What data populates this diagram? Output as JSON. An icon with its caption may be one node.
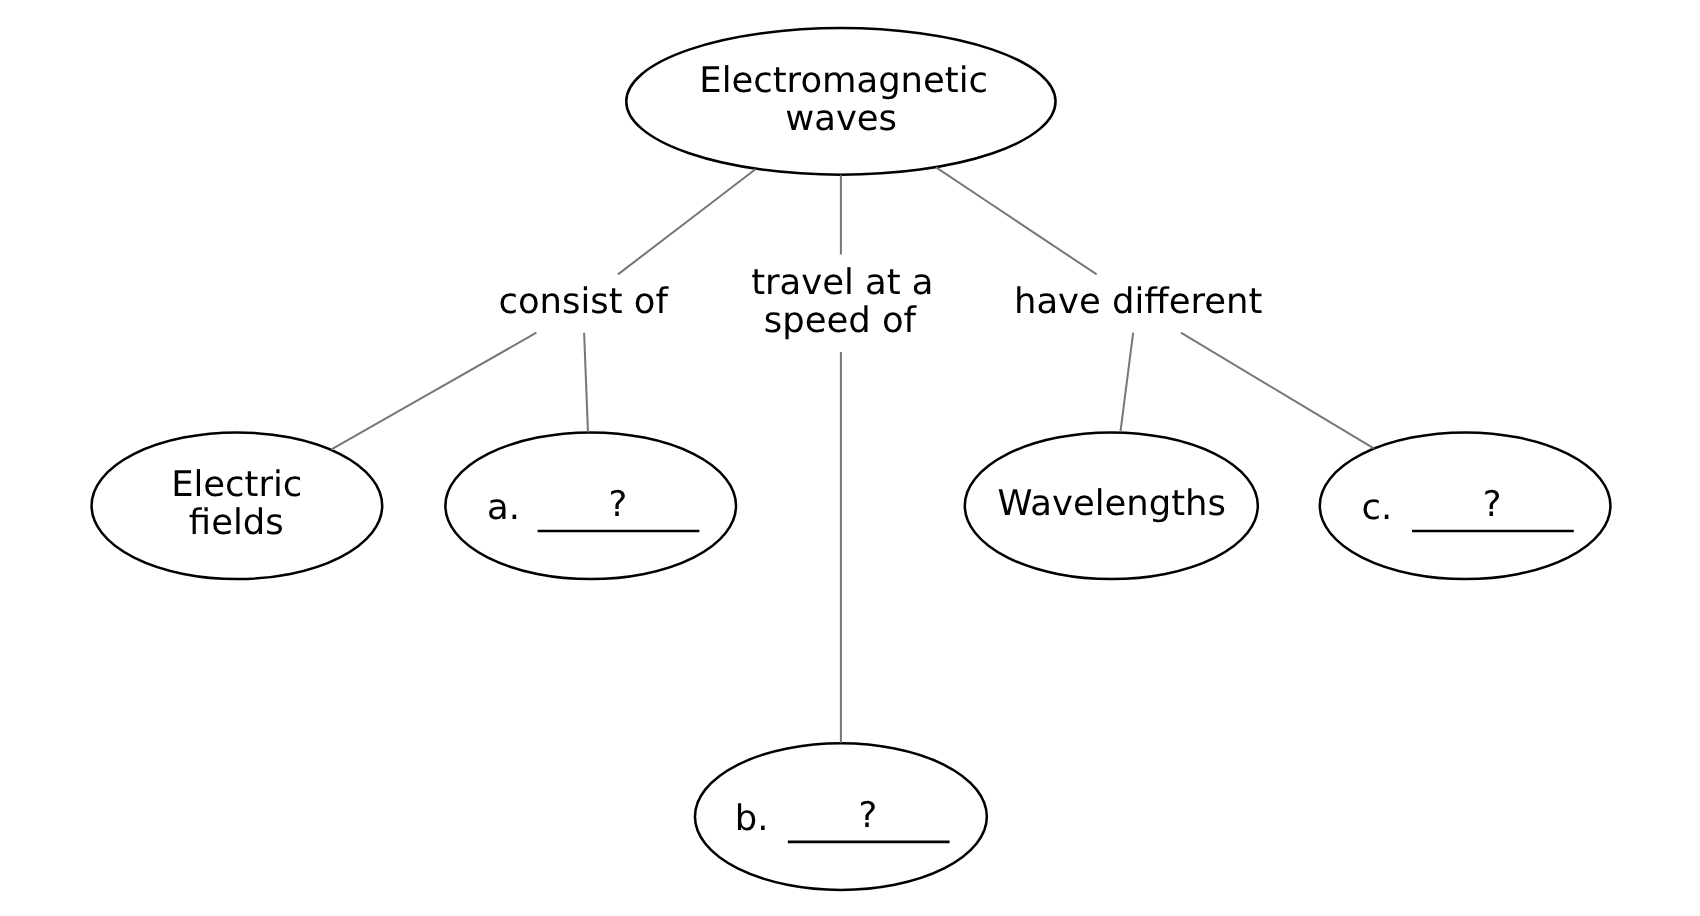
{
  "diagram": {
    "nodes": [
      {
        "text": [
          "Electromagnetic waves"
        ]
      },
      {
        "text": [
          "consist of"
        ]
      },
      {
        "text": [
          "travel at a speed of"
        ]
      },
      {
        "text": [
          "have different"
        ]
      },
      {
        "text": [
          "Electric fields"
        ]
      },
      {
        "text": [
          "a.",
          "?"
        ]
      },
      {
        "text": [
          "Wavelengths"
        ]
      },
      {
        "text": [
          "c.",
          "?"
        ]
      },
      {
        "text": [
          "b.",
          "?"
        ]
      }
    ],
    "edges": [
      {
        "from": 0,
        "to": 1,
        "arrow": "none"
      },
      {
        "from": 0,
        "to": 2,
        "arrow": "none"
      },
      {
        "from": 0,
        "to": 3,
        "arrow": "none"
      },
      {
        "from": 1,
        "to": 4,
        "arrow": "none"
      },
      {
        "from": 1,
        "to": 5,
        "arrow": "none"
      },
      {
        "from": 2,
        "to": 8,
        "arrow": "none"
      },
      {
        "from": 3,
        "to": 6,
        "arrow": "none"
      },
      {
        "from": 3,
        "to": 7,
        "arrow": "none"
      }
    ]
  }
}
